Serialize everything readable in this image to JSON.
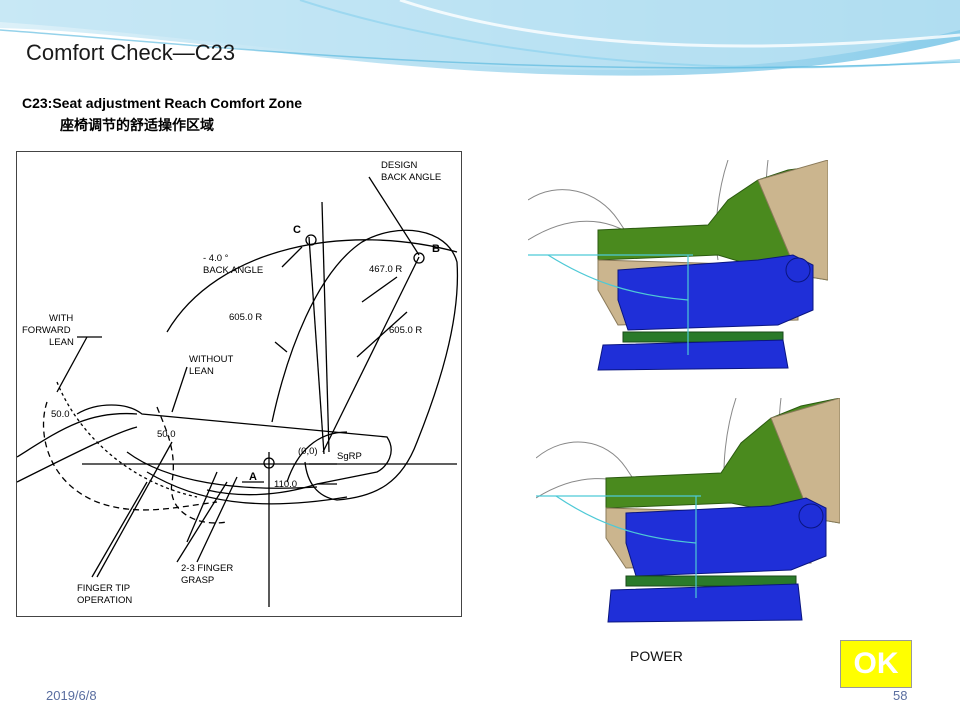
{
  "slide": {
    "title": "Comfort Check—C23",
    "subtitle_en": "C23:Seat adjustment Reach Comfort Zone",
    "subtitle_cn": "座椅调节的舒适操作区域",
    "date": "2019/6/8",
    "page_number": "58"
  },
  "diagram": {
    "labels": {
      "design_back_angle_1": "DESIGN",
      "design_back_angle_2": "BACK ANGLE",
      "point_c": "C",
      "point_b": "B",
      "point_a": "A",
      "back_angle_1": "- 4.0 °",
      "back_angle_2": "BACK ANGLE",
      "r467": "467.0  R",
      "r605_left": "605.0  R",
      "r605_right": "605.0  R",
      "with_forward_1": "WITH",
      "with_forward_2": "FORWARD",
      "with_forward_3": "LEAN",
      "without_lean_1": "WITHOUT",
      "without_lean_2": "LEAN",
      "dim_50_left": "50.0",
      "dim_50_mid": "50.0",
      "origin": "(0,0)",
      "sgrp": "SgRP",
      "dim_110": "110.0",
      "finger_grasp_1": "2-3  FINGER",
      "finger_grasp_2": "GRASP",
      "finger_tip_1": "FINGER TIP",
      "finger_tip_2": "OPERATION"
    }
  },
  "seat_images": {
    "caption": "POWER"
  },
  "status": {
    "label": "OK",
    "background": "#ffff00"
  },
  "colors": {
    "seat_cushion": "#4a8a1e",
    "seat_base": "#1f2fd8",
    "seat_trim": "#cbb58e",
    "rail": "#2a7a2a",
    "sweep_line": "#4ec9d6"
  }
}
